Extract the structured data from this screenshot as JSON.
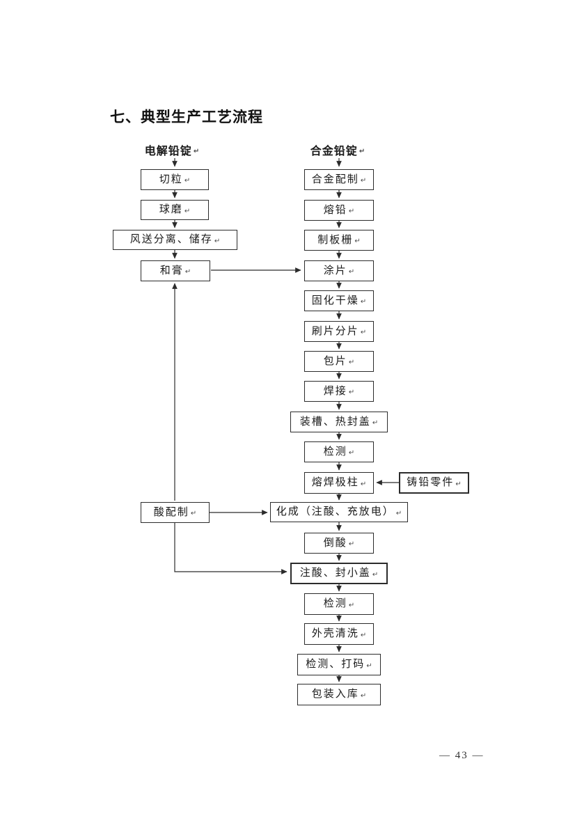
{
  "page": {
    "title": "七、典型生产工艺流程",
    "page_number": "— 43 —"
  },
  "glyphs": {
    "paragraph_mark": "↵"
  },
  "flow": {
    "left_header": "电解铅锭",
    "right_header": "合金铅锭",
    "left_steps": [
      "切粒",
      "球磨",
      "风送分离、储存",
      "和膏",
      "酸配制"
    ],
    "right_steps": [
      "合金配制",
      "熔铅",
      "制板栅",
      "涂片",
      "固化干燥",
      "刷片分片",
      "包片",
      "焊接",
      "装槽、热封盖",
      "检测",
      "熔焊极柱",
      "化成（注酸、充放电）",
      "倒酸",
      "注酸、封小盖",
      "检测",
      "外壳清洗",
      "检测、打码",
      "包装入库"
    ],
    "side_input": "铸铅零件",
    "connections": [
      {
        "from": "电解铅锭",
        "to": "切粒"
      },
      {
        "from": "切粒",
        "to": "球磨"
      },
      {
        "from": "球磨",
        "to": "风送分离、储存"
      },
      {
        "from": "风送分离、储存",
        "to": "和膏"
      },
      {
        "from": "酸配制",
        "to": "和膏"
      },
      {
        "from": "和膏",
        "to": "涂片"
      },
      {
        "from": "合金铅锭",
        "to": "合金配制"
      },
      {
        "from": "合金配制",
        "to": "熔铅"
      },
      {
        "from": "熔铅",
        "to": "制板栅"
      },
      {
        "from": "制板栅",
        "to": "涂片"
      },
      {
        "from": "涂片",
        "to": "固化干燥"
      },
      {
        "from": "固化干燥",
        "to": "刷片分片"
      },
      {
        "from": "刷片分片",
        "to": "包片"
      },
      {
        "from": "包片",
        "to": "焊接"
      },
      {
        "from": "焊接",
        "to": "装槽、热封盖"
      },
      {
        "from": "装槽、热封盖",
        "to": "检测"
      },
      {
        "from": "检测",
        "to": "熔焊极柱"
      },
      {
        "from": "铸铅零件",
        "to": "熔焊极柱"
      },
      {
        "from": "熔焊极柱",
        "to": "化成（注酸、充放电）"
      },
      {
        "from": "酸配制",
        "to": "化成（注酸、充放电）"
      },
      {
        "from": "化成（注酸、充放电）",
        "to": "倒酸"
      },
      {
        "from": "倒酸",
        "to": "注酸、封小盖"
      },
      {
        "from": "酸配制",
        "to": "注酸、封小盖"
      },
      {
        "from": "注酸、封小盖",
        "to": "检测"
      },
      {
        "from": "检测",
        "to": "外壳清洗"
      },
      {
        "from": "外壳清洗",
        "to": "检测、打码"
      },
      {
        "from": "检测、打码",
        "to": "包装入库"
      }
    ]
  }
}
